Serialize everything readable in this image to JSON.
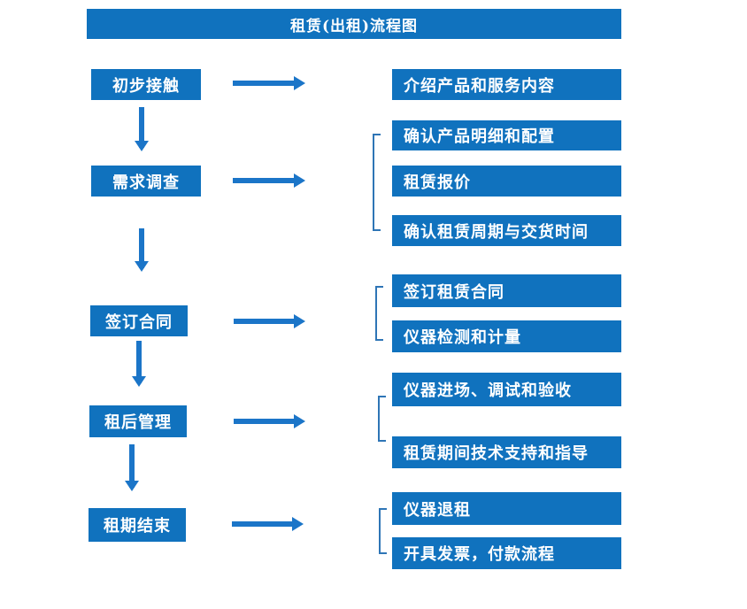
{
  "title": "租赁(出租)流程图",
  "colors": {
    "box": "#1072BE",
    "arrow": "#1B75C8",
    "bracket": "#2E75B6",
    "text": "#FFFFFF",
    "background": "#FFFFFF"
  },
  "stages": [
    {
      "label": "初步接触",
      "outputs": [
        "介绍产品和服务内容"
      ]
    },
    {
      "label": "需求调查",
      "outputs": [
        "确认产品明细和配置",
        "租赁报价",
        "确认租赁周期与交货时间"
      ]
    },
    {
      "label": "签订合同",
      "outputs": [
        "签订租赁合同",
        "仪器检测和计量"
      ]
    },
    {
      "label": "租后管理",
      "outputs": [
        "仪器进场、调试和验收",
        "租赁期间技术支持和指导"
      ]
    },
    {
      "label": "租期结束",
      "outputs": [
        "仪器退租",
        "开具发票，付款流程"
      ]
    }
  ]
}
